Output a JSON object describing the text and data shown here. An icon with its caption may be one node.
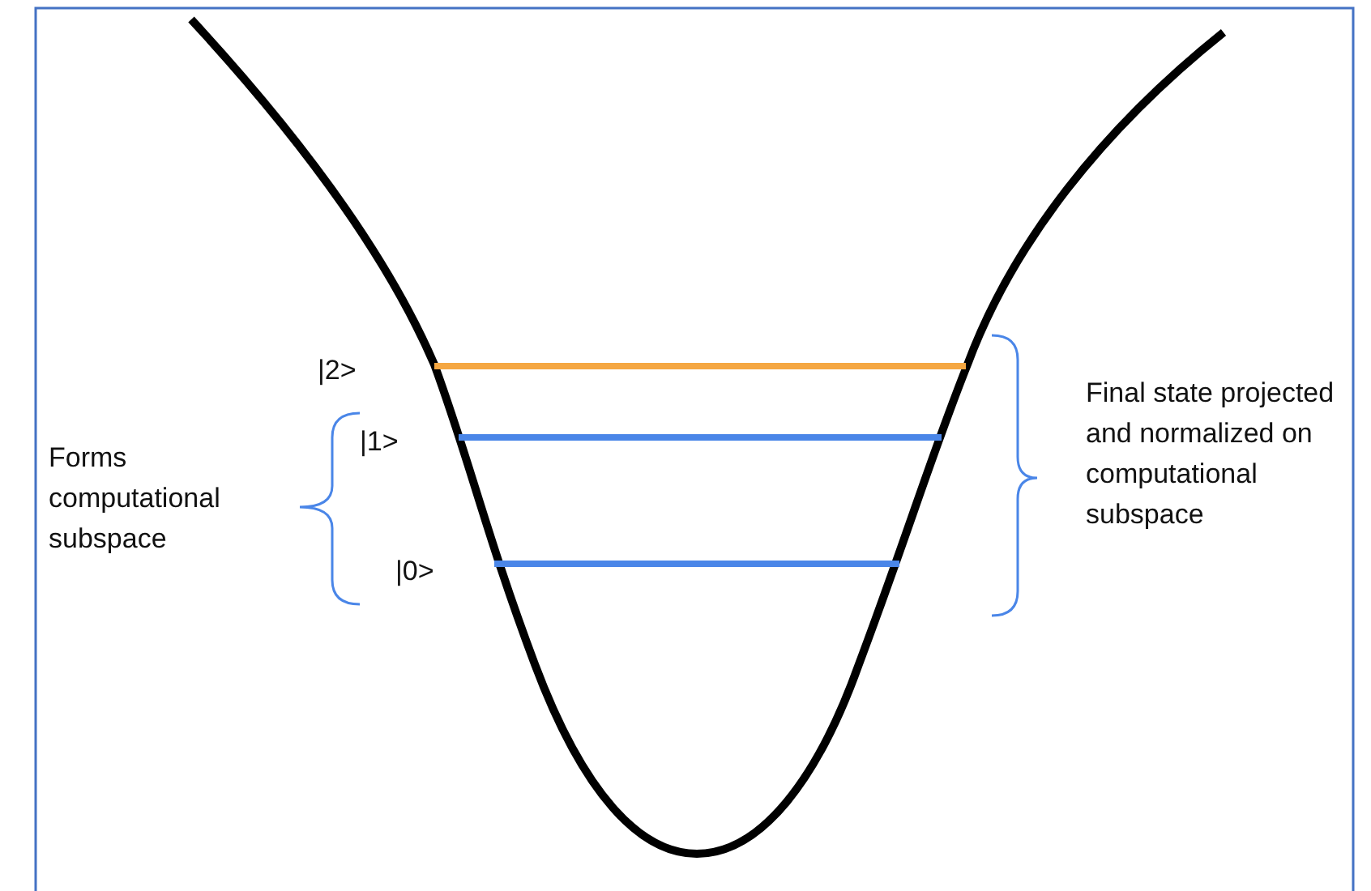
{
  "diagram": {
    "labels": [
      "|2>",
      "|1>",
      "Forms computational subspace",
      "|0>",
      "Final state projected and normalized on computational subspace"
    ]
  }
}
